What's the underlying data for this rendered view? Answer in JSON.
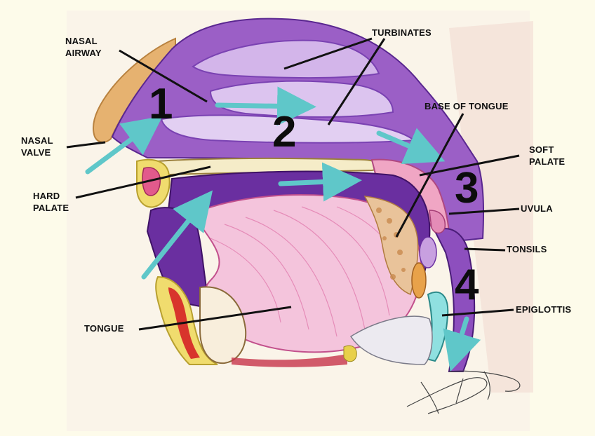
{
  "labels": {
    "nasal_airway": [
      "NASAL",
      "AIRWAY"
    ],
    "turbinates": "TURBINATES",
    "base_of_tongue": "BASE OF TONGUE",
    "nasal_valve": [
      "NASAL",
      "VALVE"
    ],
    "soft_palate": [
      "SOFT",
      "PALATE"
    ],
    "hard_palate": [
      "HARD",
      "PALATE"
    ],
    "uvula": "UVULA",
    "tonsils": "TONSILS",
    "epiglottis": "EPIGLOTTIS",
    "tongue": "TONGUE"
  },
  "regions": [
    "1",
    "2",
    "3",
    "4"
  ],
  "colors": {
    "background": "#fdfbea",
    "purple": "#9b5fc6",
    "dark_purple": "#6a2fa0",
    "pink": "#e8a3c8",
    "arrow": "#5fc7c9",
    "skin": "#e6b270"
  }
}
